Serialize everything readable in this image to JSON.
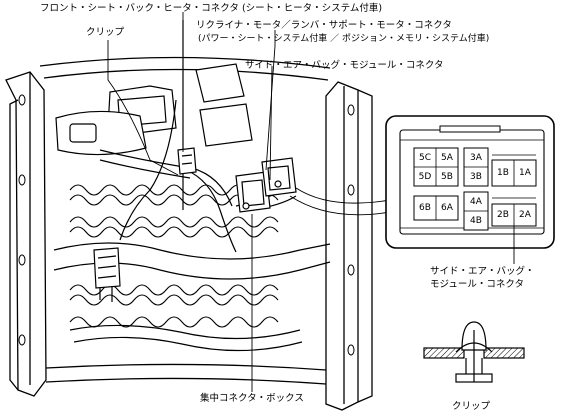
{
  "labels": {
    "front_seat_back_heater_connector": "フロント・シート・バック・ヒータ・コネクタ (シート・ヒータ・システム付車)",
    "recliner_lumbar_connector_line1": "リクライナ・モータ／ランバ・サポート・モータ・コネクタ",
    "recliner_lumbar_connector_line2": "(パワー・シート・システム付車 ／ ポジション・メモリ・システム付車)",
    "clip_top": "クリップ",
    "side_airbag_module_connector_top": "サイド・エア・バッグ・モジュール・コネクタ",
    "side_airbag_module_connector_detail_line1": "サイド・エア・バッグ・",
    "side_airbag_module_connector_detail_line2": "モジュール・コネクタ",
    "central_connector_box": "集中コネクタ・ボックス",
    "clip_bottom": "クリップ"
  },
  "connector_pins": {
    "left_block": [
      "5C",
      "5A",
      "5D",
      "5B"
    ],
    "middle_upper_block": [
      "3A",
      "3B"
    ],
    "right_upper_block": [
      "1B",
      "1A"
    ],
    "left_lower_block": [
      "6B",
      "6A"
    ],
    "middle_lower_block": [
      "4A",
      "4B"
    ],
    "right_lower_block": [
      "2B",
      "2A"
    ]
  }
}
